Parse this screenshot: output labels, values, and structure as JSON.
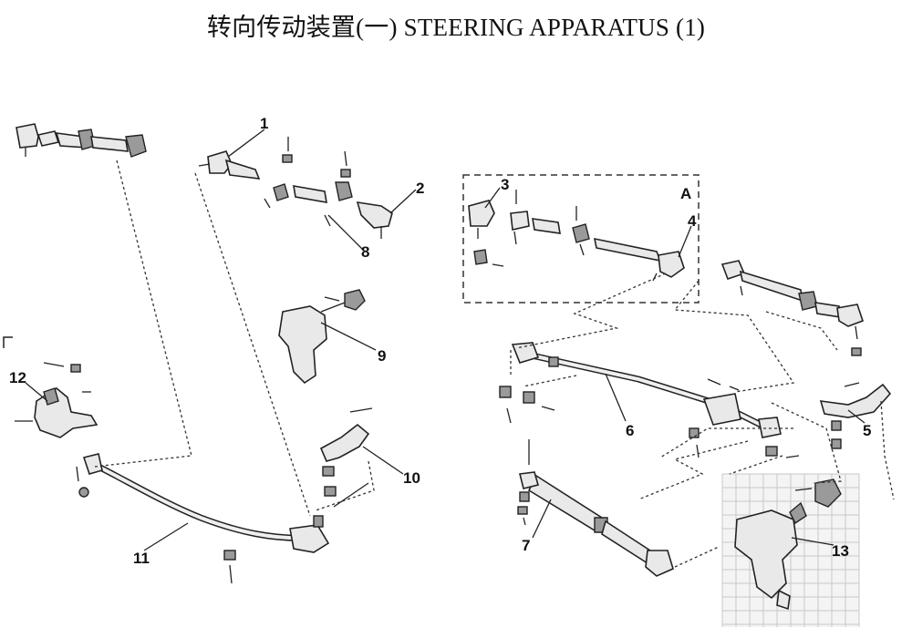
{
  "header": {
    "title": "转向传动装置(一) STEERING APPARATUS (1)"
  },
  "frame": {
    "label": "A"
  },
  "callouts": [
    {
      "id": "c1",
      "text": "1"
    },
    {
      "id": "c2",
      "text": "2"
    },
    {
      "id": "c3",
      "text": "3"
    },
    {
      "id": "c4",
      "text": "4"
    },
    {
      "id": "c5",
      "text": "5"
    },
    {
      "id": "c6",
      "text": "6"
    },
    {
      "id": "c7",
      "text": "7"
    },
    {
      "id": "c8",
      "text": "8"
    },
    {
      "id": "c9",
      "text": "9"
    },
    {
      "id": "c10",
      "text": "10"
    },
    {
      "id": "c11",
      "text": "11"
    },
    {
      "id": "c12",
      "text": "12"
    },
    {
      "id": "c13",
      "text": "13"
    }
  ]
}
